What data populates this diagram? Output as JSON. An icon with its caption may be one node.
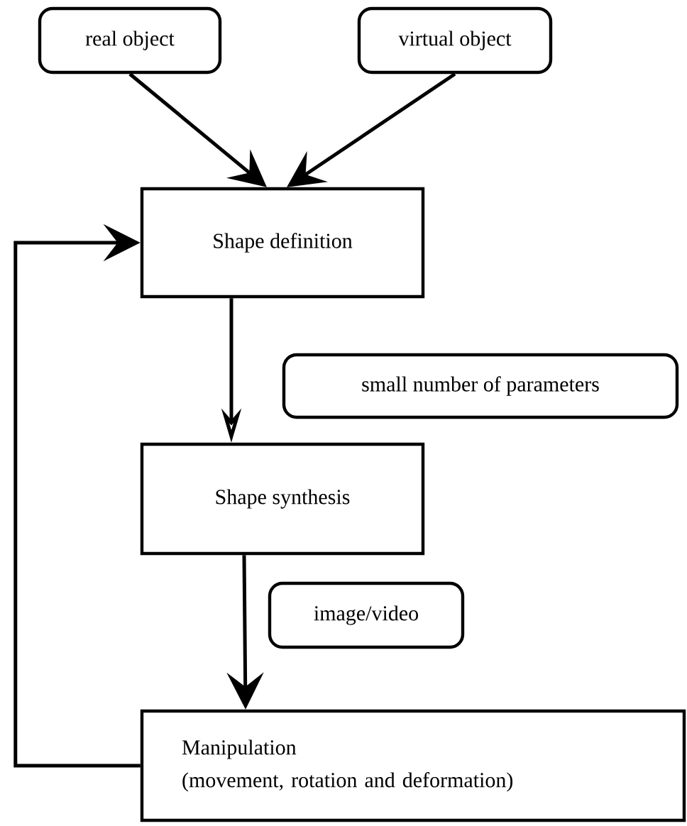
{
  "diagram": {
    "nodes": [
      {
        "text": [
          "real object"
        ]
      },
      {
        "text": [
          "virtual object"
        ]
      },
      {
        "text": [
          "Shape definition"
        ]
      },
      {
        "text": [
          "small number of parameters"
        ]
      },
      {
        "text": [
          "Shape synthesis"
        ]
      },
      {
        "text": [
          "image/video"
        ]
      },
      {
        "text": [
          "Manipulation",
          "(movement, rotation and deformation)"
        ]
      }
    ],
    "edges": [
      {
        "from": 0,
        "to": 2,
        "arrow": "to"
      },
      {
        "from": 1,
        "to": 2,
        "arrow": "to"
      },
      {
        "from": 2,
        "to": 4,
        "arrow": "to"
      },
      {
        "from": 4,
        "to": 6,
        "arrow": "to"
      },
      {
        "from": 6,
        "to": 2,
        "arrow": "to"
      }
    ]
  }
}
